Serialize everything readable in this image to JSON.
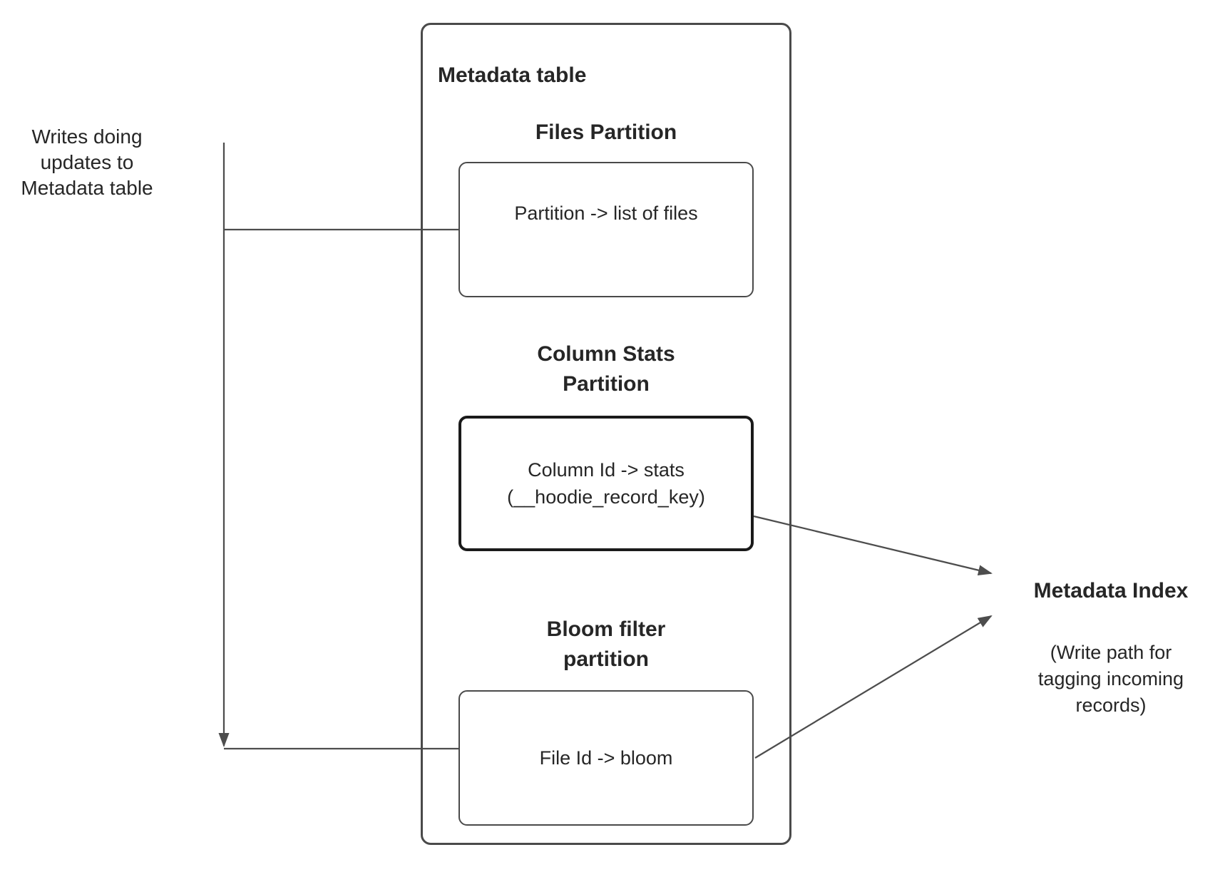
{
  "diagram": {
    "left_note": "Writes doing\nupdates to\nMetadata table",
    "metadata_table": {
      "title": "Metadata table",
      "partitions": [
        {
          "heading": "Files Partition",
          "box_text": "Partition -> list of files"
        },
        {
          "heading": "Column Stats\nPartition",
          "box_text": "Column Id  -> stats\n(__hoodie_record_key)"
        },
        {
          "heading": "Bloom filter\npartition",
          "box_text": "File Id -> bloom"
        }
      ]
    },
    "metadata_index": {
      "title": "Metadata Index",
      "subtitle": "(Write path for\ntagging incoming\nrecords)"
    },
    "colors": {
      "stroke": "#4d4d4d",
      "text": "#262626",
      "emphasis_border": "#1a1a1a",
      "background": "#ffffff"
    }
  }
}
